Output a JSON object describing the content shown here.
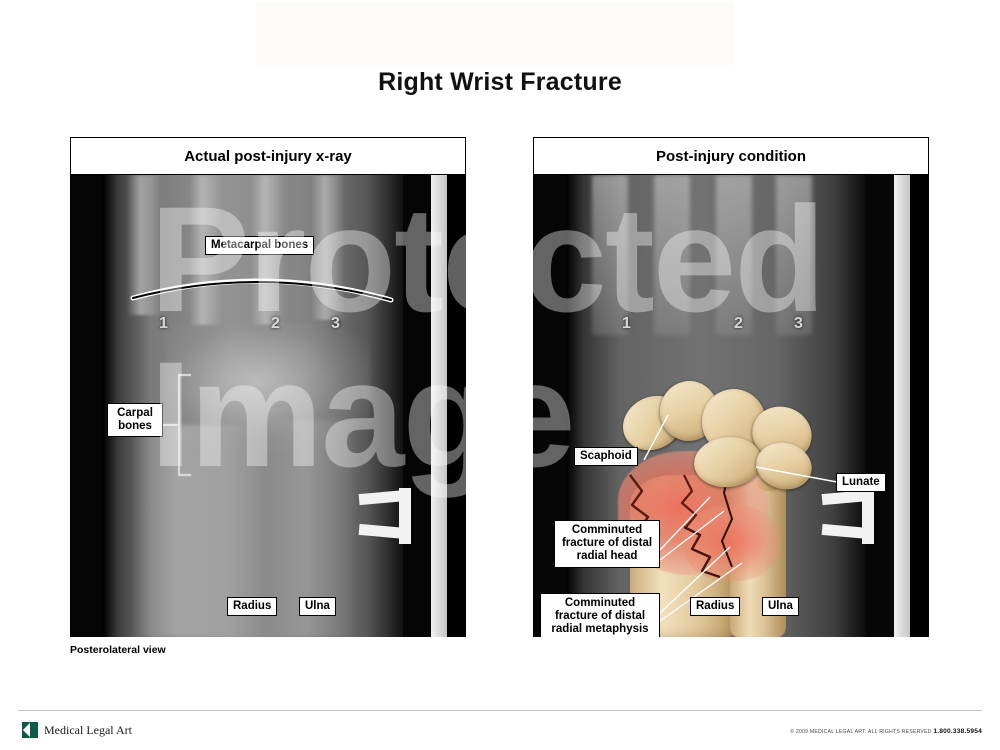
{
  "document": {
    "title": "Right Wrist Fracture",
    "caption": "Posterolateral view",
    "watermark_line1": "Protected",
    "watermark_line2": "Image"
  },
  "panels": {
    "left": {
      "header": "Actual post-injury x-ray",
      "labels": {
        "metacarpal": "Metacarpal bones",
        "carpal": "Carpal\nbones",
        "radius": "Radius",
        "ulna": "Ulna"
      },
      "digits": [
        "1",
        "2",
        "3"
      ]
    },
    "right": {
      "header": "Post-injury condition",
      "labels": {
        "scaphoid": "Scaphoid",
        "lunate": "Lunate",
        "fracture_head": "Comminuted\nfracture of distal\nradial head",
        "fracture_metaphysis": "Comminuted\nfracture of distal\nradial metaphysis",
        "radius": "Radius",
        "ulna": "Ulna"
      },
      "digits": [
        "1",
        "2",
        "3"
      ]
    }
  },
  "footer": {
    "brand": "Medical Legal Art",
    "copyright": "© 2009  MEDICAL LEGAL ART.  ALL RIGHTS RESERVED",
    "phone": "1.800.338.5954"
  },
  "colors": {
    "brand_green": "#0d5c47",
    "bone_tan": "#e8d2a6",
    "fracture_red": "#ec6a56",
    "panel_border": "#000000"
  }
}
